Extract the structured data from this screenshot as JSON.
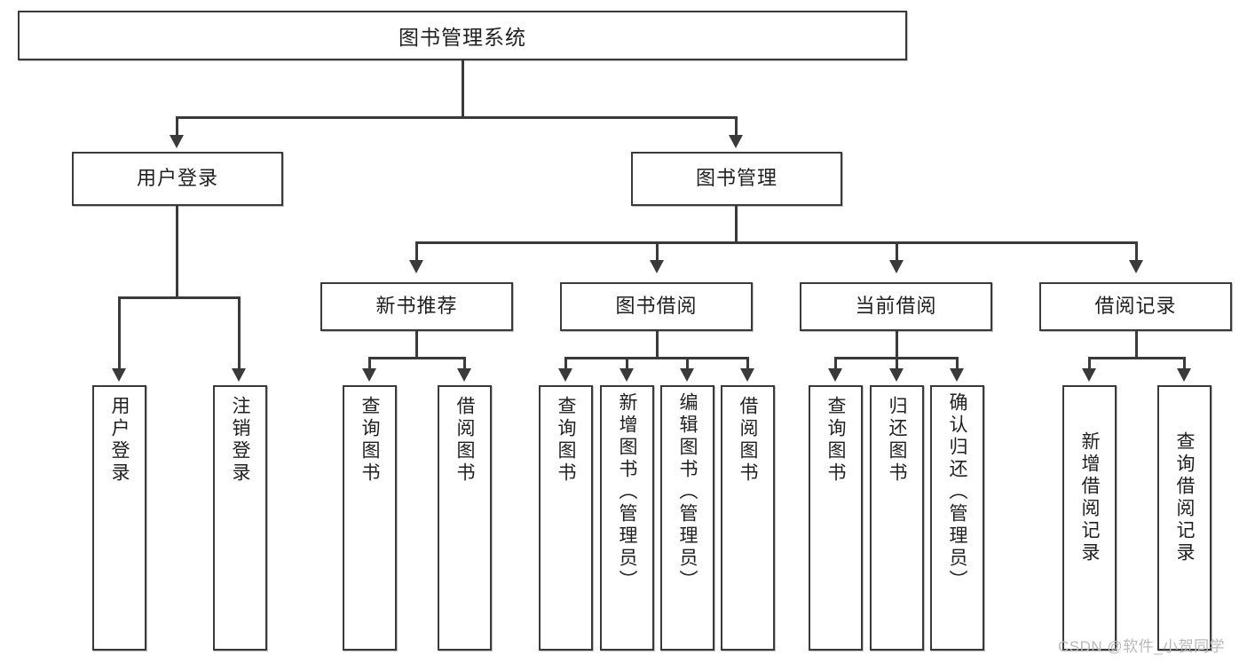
{
  "diagram": {
    "type": "tree",
    "title_node": {
      "label": "图书管理系统"
    },
    "level1": [
      {
        "label": "用户登录"
      },
      {
        "label": "图书管理"
      }
    ],
    "level2": [
      {
        "label": "新书推荐"
      },
      {
        "label": "图书借阅"
      },
      {
        "label": "当前借阅"
      },
      {
        "label": "借阅记录"
      }
    ],
    "leaves": {
      "user_login": [
        {
          "label": "用户登录"
        },
        {
          "label": "注销登录"
        }
      ],
      "new_book": [
        {
          "label": "查询图书"
        },
        {
          "label": "借阅图书"
        }
      ],
      "book_borrow": [
        {
          "label": "查询图书"
        },
        {
          "label": "新增图书（管理员）"
        },
        {
          "label": "编辑图书（管理员）"
        },
        {
          "label": "借阅图书"
        }
      ],
      "current_borrow": [
        {
          "label": "查询图书"
        },
        {
          "label": "归还图书"
        },
        {
          "label": "确认归还（管理员）"
        }
      ],
      "borrow_record": [
        {
          "label": "新增借阅记录"
        },
        {
          "label": "查询借阅记录"
        }
      ]
    }
  },
  "watermark": {
    "text": "CSDN @软件_小贺同学"
  },
  "colors": {
    "stroke": "#3a3a3a",
    "text": "#1f1f1f",
    "background": "#ffffff",
    "watermark": "#b9b9b9"
  }
}
